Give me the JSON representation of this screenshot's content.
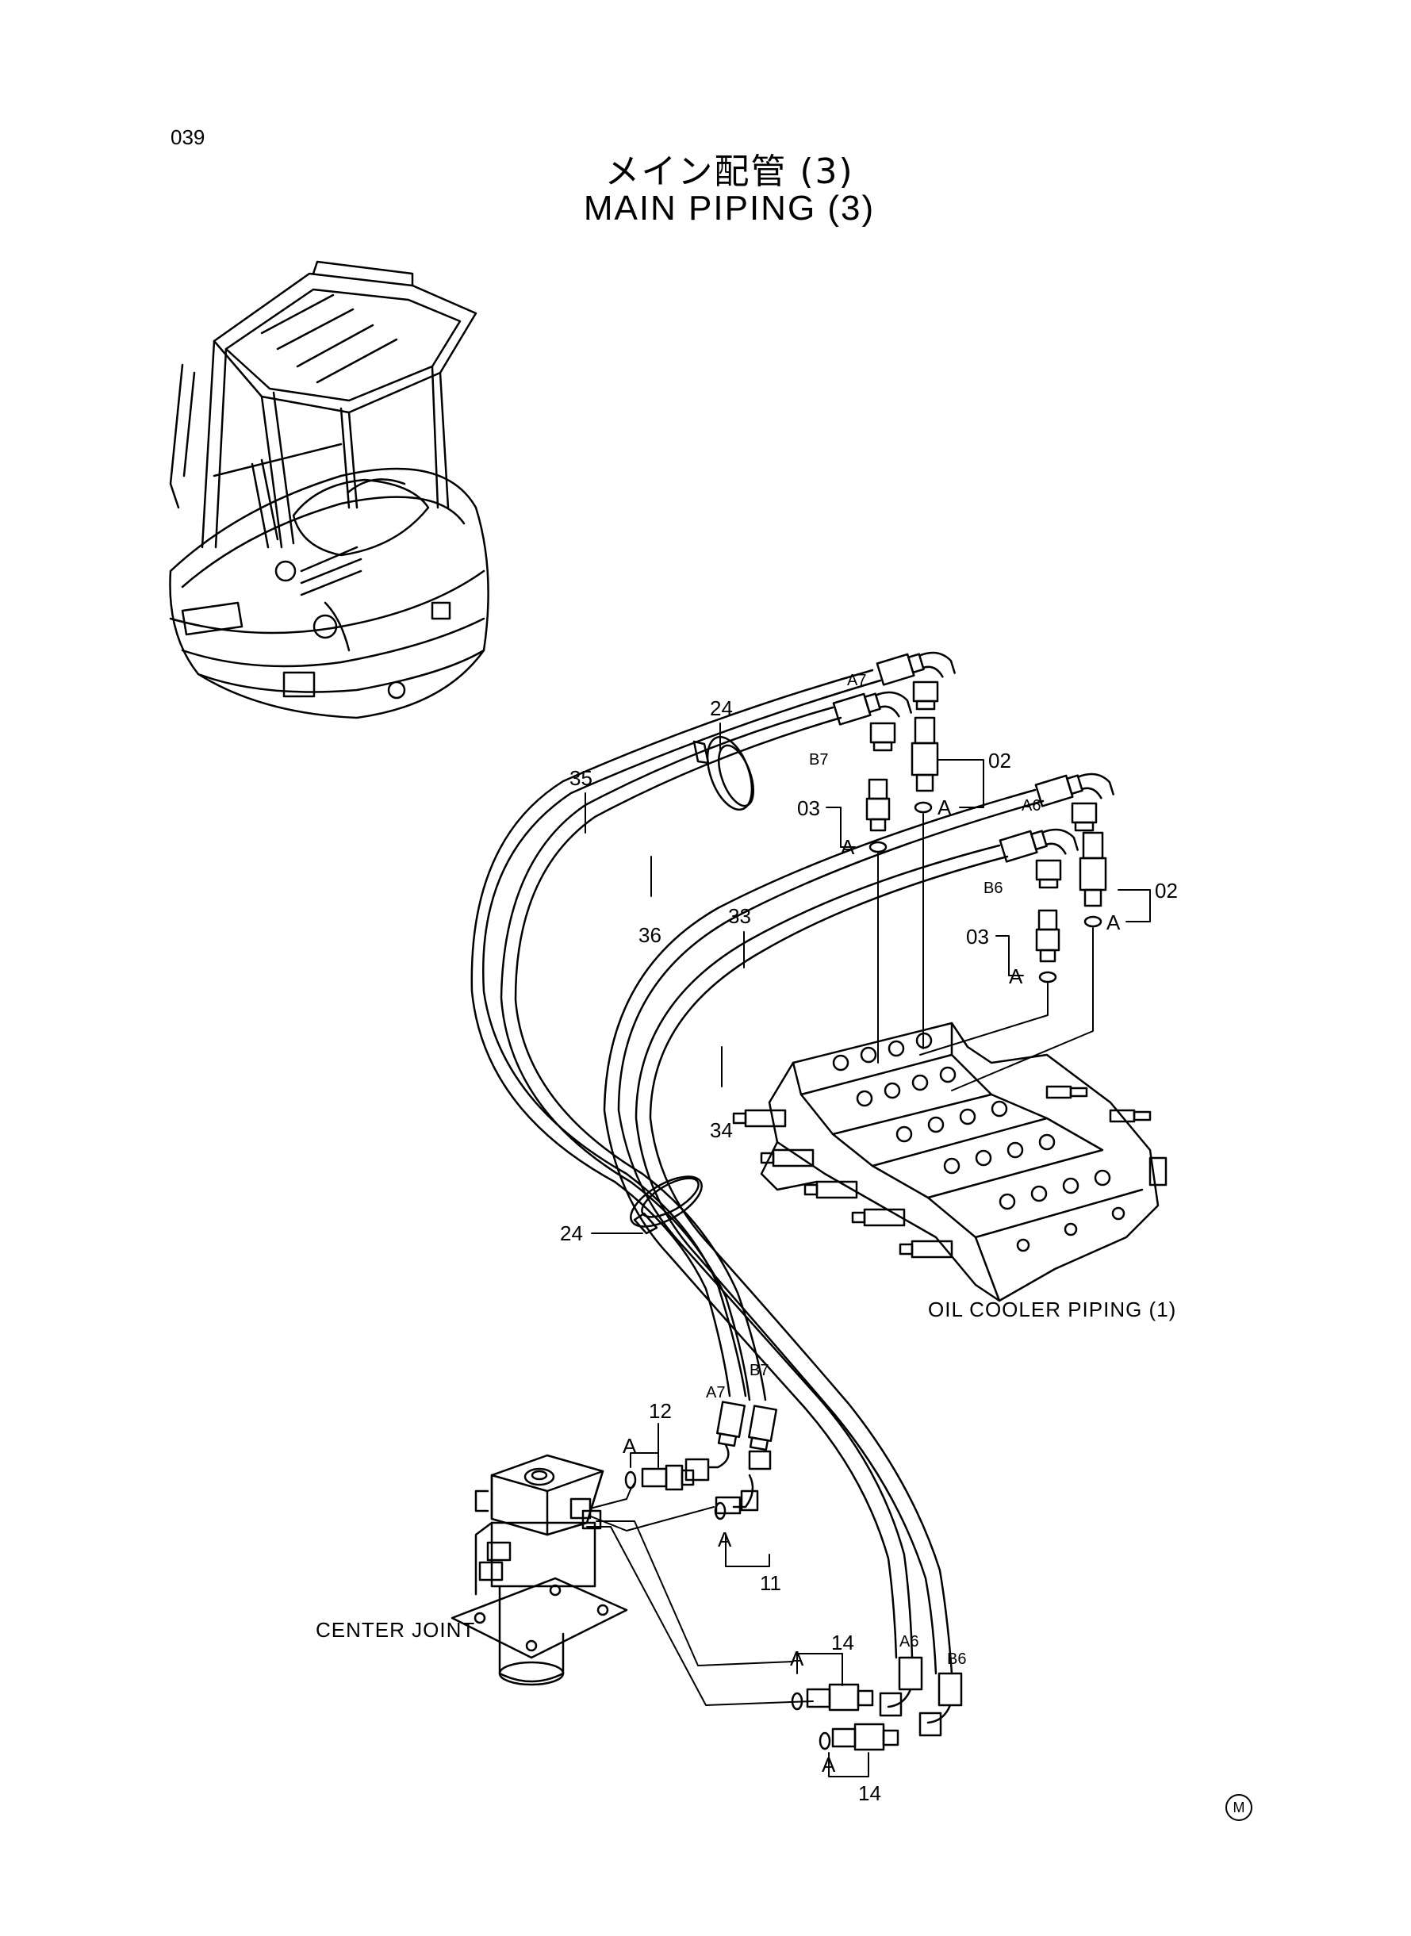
{
  "page": {
    "number": "039",
    "title_jp": "メイン配管 (3)",
    "title_en": "MAIN PIPING (3)"
  },
  "captions": {
    "oil_cooler": "OIL COOLER PIPING (1)",
    "center_joint": "CENTER JOINT"
  },
  "part_numbers": {
    "p24_top": "24",
    "p35": "35",
    "p36": "36",
    "p33": "33",
    "p34": "34",
    "p24_bottom": "24",
    "p02_upper": "02",
    "p02_lower": "02",
    "p03_upper": "03",
    "p03_lower": "03",
    "p12": "12",
    "p11": "11",
    "p14_upper": "14",
    "p14_lower": "14"
  },
  "hose_marks": {
    "a7_top": "A7",
    "b7_top": "B7",
    "a6_top": "A6",
    "b6_top": "B6",
    "a7_bottom": "A7",
    "b7_bottom": "B7",
    "a6_bottom": "A6",
    "b6_bottom": "B6"
  },
  "a_marks": {
    "a1": "A",
    "a2": "A",
    "a3": "A",
    "a4": "A",
    "a5": "A",
    "a6": "A",
    "a7": "A",
    "a8": "A"
  },
  "corner_mark": "M",
  "style": {
    "line_color": "#000000",
    "background": "#ffffff"
  }
}
